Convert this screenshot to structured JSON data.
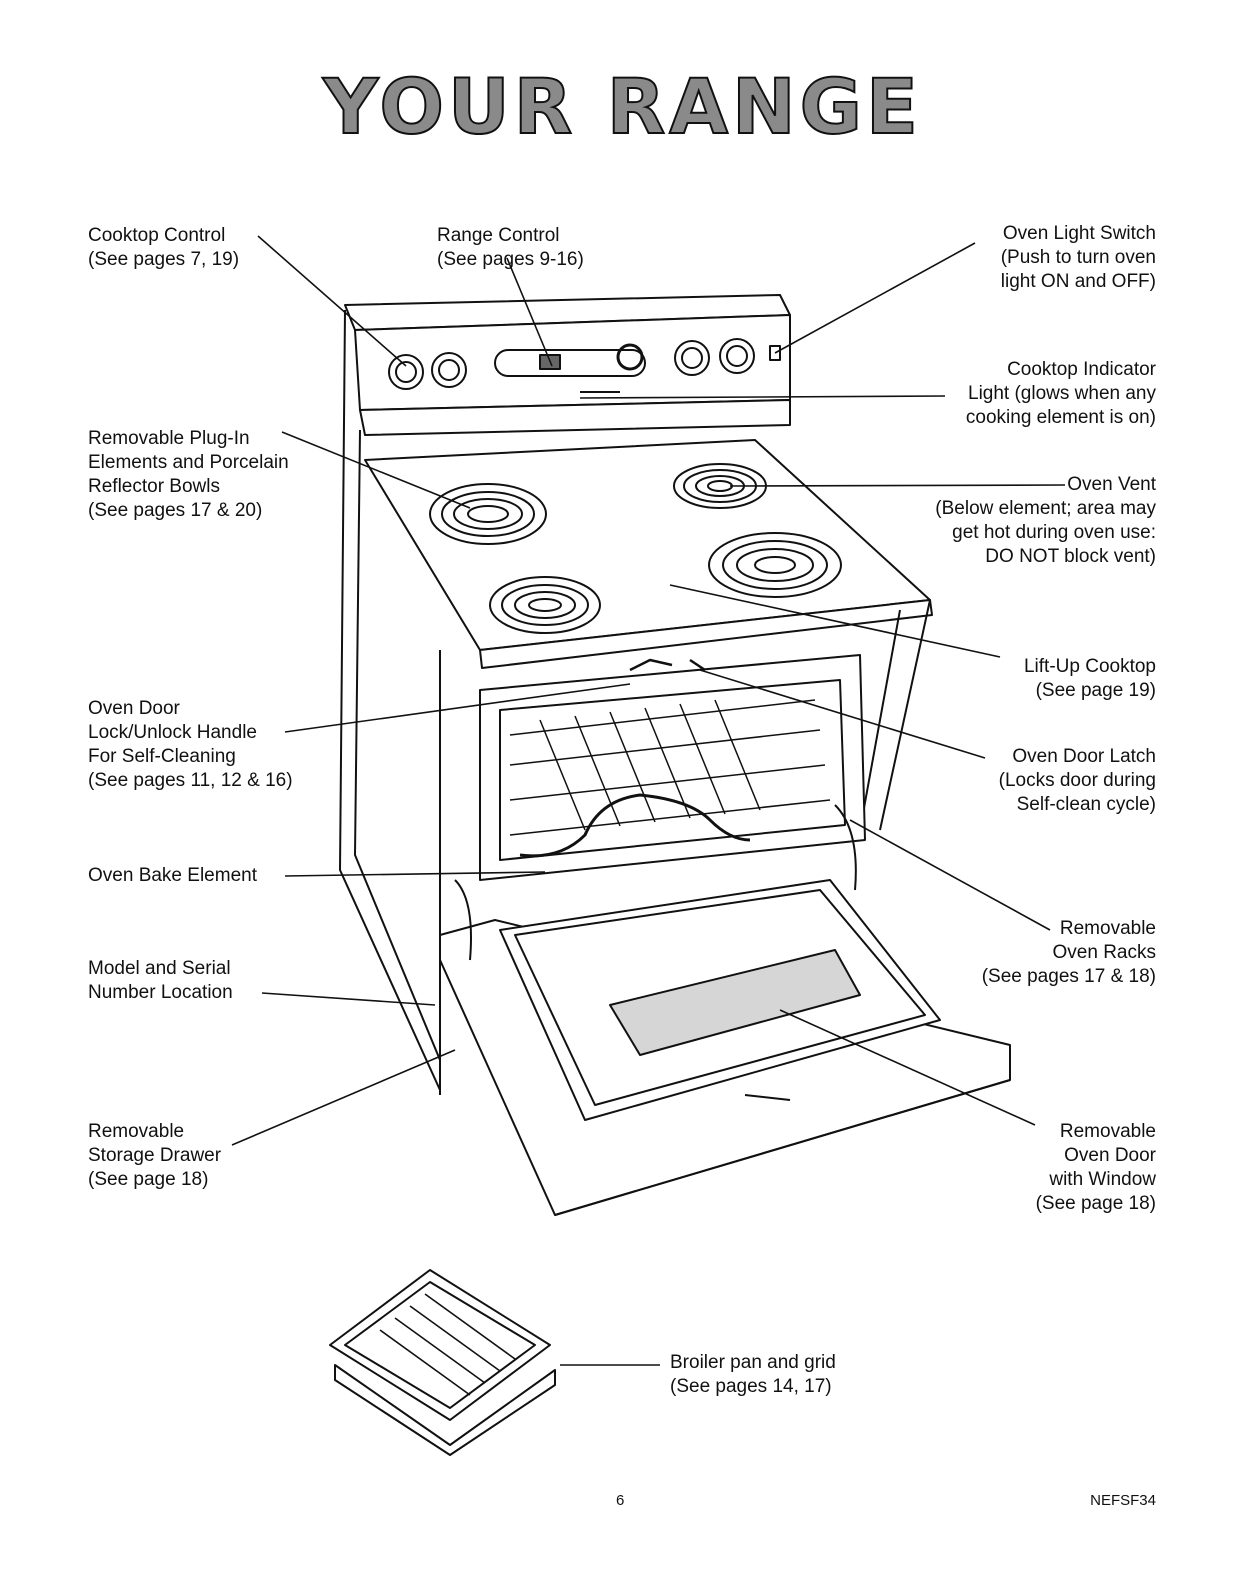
{
  "page": {
    "title": "YOUR RANGE",
    "page_number": "6",
    "doc_code": "NEFSF34"
  },
  "labels": {
    "cooktop_control": "Cooktop Control\n(See pages 7, 19)",
    "range_control": "Range Control\n(See pages 9-16)",
    "oven_light_switch": "Oven Light Switch\n(Push to turn oven\nlight ON and OFF)",
    "cooktop_indicator": "Cooktop Indicator\nLight (glows when any\ncooking element is on)",
    "plug_in_elements": "Removable Plug-In\nElements and Porcelain\nReflector Bowls\n(See pages 17 & 20)",
    "oven_vent": "Oven Vent\n(Below element; area may\nget hot during oven use:\nDO NOT block vent)",
    "lift_up_cooktop": "Lift-Up Cooktop\n(See page 19)",
    "oven_door_lock": "Oven Door\nLock/Unlock Handle\nFor Self-Cleaning\n(See pages 11, 12 & 16)",
    "oven_door_latch": "Oven Door Latch\n(Locks door during\nSelf-clean cycle)",
    "oven_bake_element": "Oven Bake Element",
    "oven_racks": "Removable\nOven Racks\n(See pages 17 & 18)",
    "model_serial": "Model and Serial\nNumber Location",
    "storage_drawer": "Removable\nStorage Drawer\n(See page 18)",
    "oven_door_window": "Removable\nOven Door\nwith Window\n(See page 18)",
    "broiler_pan": "Broiler pan and grid\n(See pages 14, 17)"
  }
}
